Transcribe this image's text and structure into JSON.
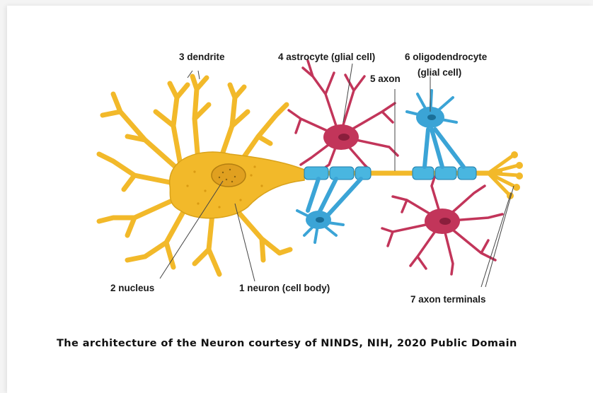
{
  "labels": {
    "dendrite": "3 dendrite",
    "astrocyte": "4 astrocyte (glial cell)",
    "oligodendrocyte_line1": "6 oligodendrocyte",
    "oligodendrocyte_line2": "(glial cell)",
    "axon": "5 axon",
    "nucleus": "2 nucleus",
    "neuron": "1 neuron (cell body)",
    "axon_terminals": "7 axon terminals"
  },
  "caption": "The architecture of the Neuron courtesy of NINDS, NIH, 2020 Public Domain",
  "colors": {
    "neuron": "#f2b92a",
    "neuron_outline": "#d9a21a",
    "astrocyte": "#c2355a",
    "oligodendrocyte": "#3ba4d6",
    "myelin": "#49b6e0"
  }
}
